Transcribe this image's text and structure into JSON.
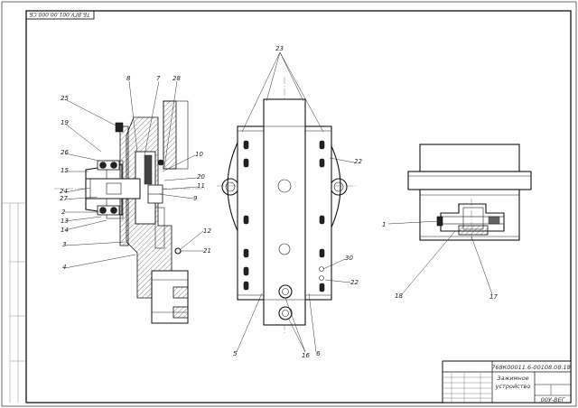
{
  "stamp_code": "ТБ.ВГУ.001.00.000.СБ",
  "title_block": {
    "code": "768К00011.6-00108.08.18",
    "name_line1": "Зажимное",
    "name_line2": "устройство",
    "sheet": "00У-ВЕГ"
  },
  "labels": {
    "n1": "1",
    "n2": "2",
    "n3": "3",
    "n4": "4",
    "n5": "5",
    "n6": "6",
    "n7": "7",
    "n8": "8",
    "n9": "9",
    "n10": "10",
    "n11": "11",
    "n12": "12",
    "n13": "13",
    "n14": "14",
    "n15": "15",
    "n16": "16",
    "n17": "17",
    "n18": "18",
    "n19": "19",
    "n20": "20",
    "n21": "21",
    "n22a": "22",
    "n22b": "22",
    "n23": "23",
    "n24": "24",
    "n25": "25",
    "n26": "26",
    "n27": "27",
    "n28": "28",
    "n30": "30"
  }
}
